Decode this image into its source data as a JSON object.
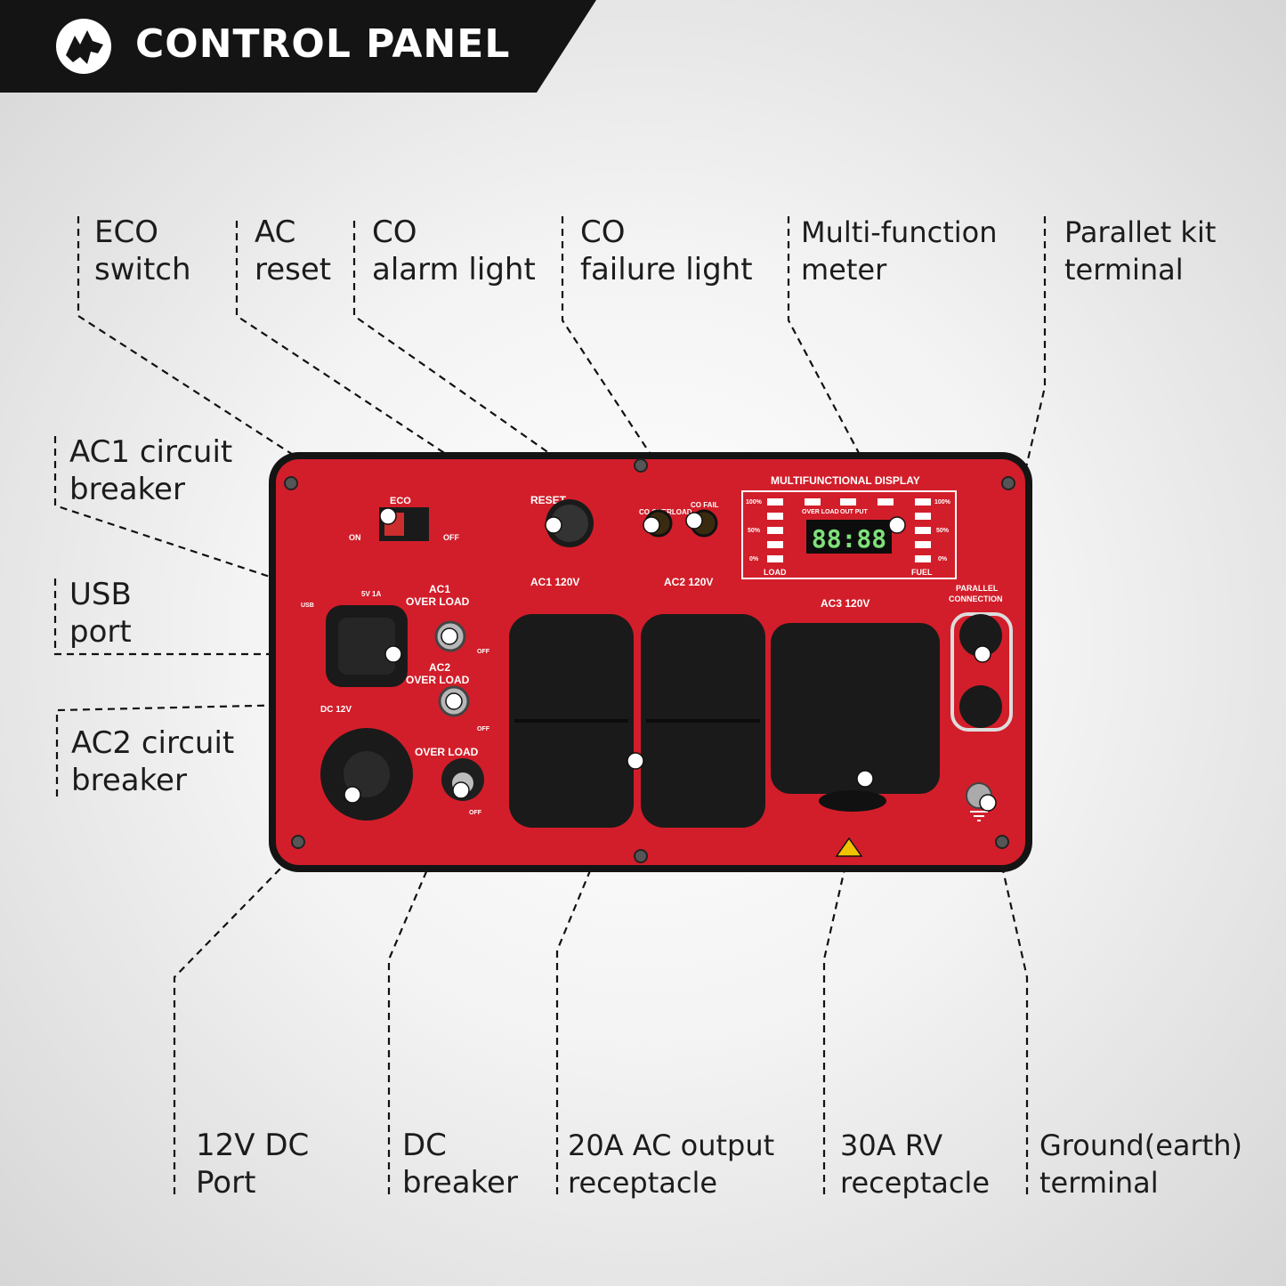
{
  "header": {
    "title": "CONTROL PANEL",
    "logo_icon": "wolf-head-icon"
  },
  "callouts": {
    "eco": [
      "ECO",
      "switch"
    ],
    "ac_reset": [
      "AC",
      "reset"
    ],
    "co_alarm": [
      "CO",
      "alarm light"
    ],
    "co_failure": [
      "CO",
      "failure light"
    ],
    "meter": [
      "Multi-function",
      "meter"
    ],
    "parallel": [
      "Parallet kit",
      "terminal"
    ],
    "ac1_breaker": [
      "AC1 circuit",
      "breaker"
    ],
    "usb": [
      "USB",
      "port"
    ],
    "ac2_breaker": [
      "AC2 circuit",
      "breaker"
    ],
    "dc_port": [
      "12V DC",
      "Port"
    ],
    "dc_breaker": [
      "DC",
      "breaker"
    ],
    "ac_output": [
      "20A AC output",
      "receptacle"
    ],
    "rv": [
      "30A RV",
      "receptacle"
    ],
    "ground": [
      "Ground(earth)",
      "terminal"
    ]
  },
  "panel": {
    "eco": "ECO",
    "on": "ON",
    "off": "OFF",
    "reset": "RESET",
    "co_alarm": "CO OVERLOAD",
    "co_failure": "CO FAIL",
    "display_title": "MULTIFUNCTIONAL DISPLAY",
    "overload": "OVER LOAD",
    "output": "OUT PUT",
    "pct100": "100%",
    "pct50": "50%",
    "pct0": "0%",
    "load": "LOAD",
    "fuel": "FUEL",
    "digits": "88:88",
    "usb": "USB",
    "usb_spec": "5V 1A",
    "ac1_overload_line1": "AC1",
    "ac1_overload_line2": "OVER LOAD",
    "ac2_overload_line1": "AC2",
    "ac2_overload_line2": "OVER LOAD",
    "dc12": "DC 12V",
    "dc_overload": "OVER LOAD",
    "ac1": "AC1 120V",
    "ac2": "AC2 120V",
    "ac3": "AC3 120V",
    "parallel_line1": "PARALLEL",
    "parallel_line2": "CONNECTION"
  },
  "colors": {
    "panel_red": "#d21e2a",
    "frame": "#141414",
    "header_bg": "#141414",
    "lcd": "#7fe07a"
  }
}
